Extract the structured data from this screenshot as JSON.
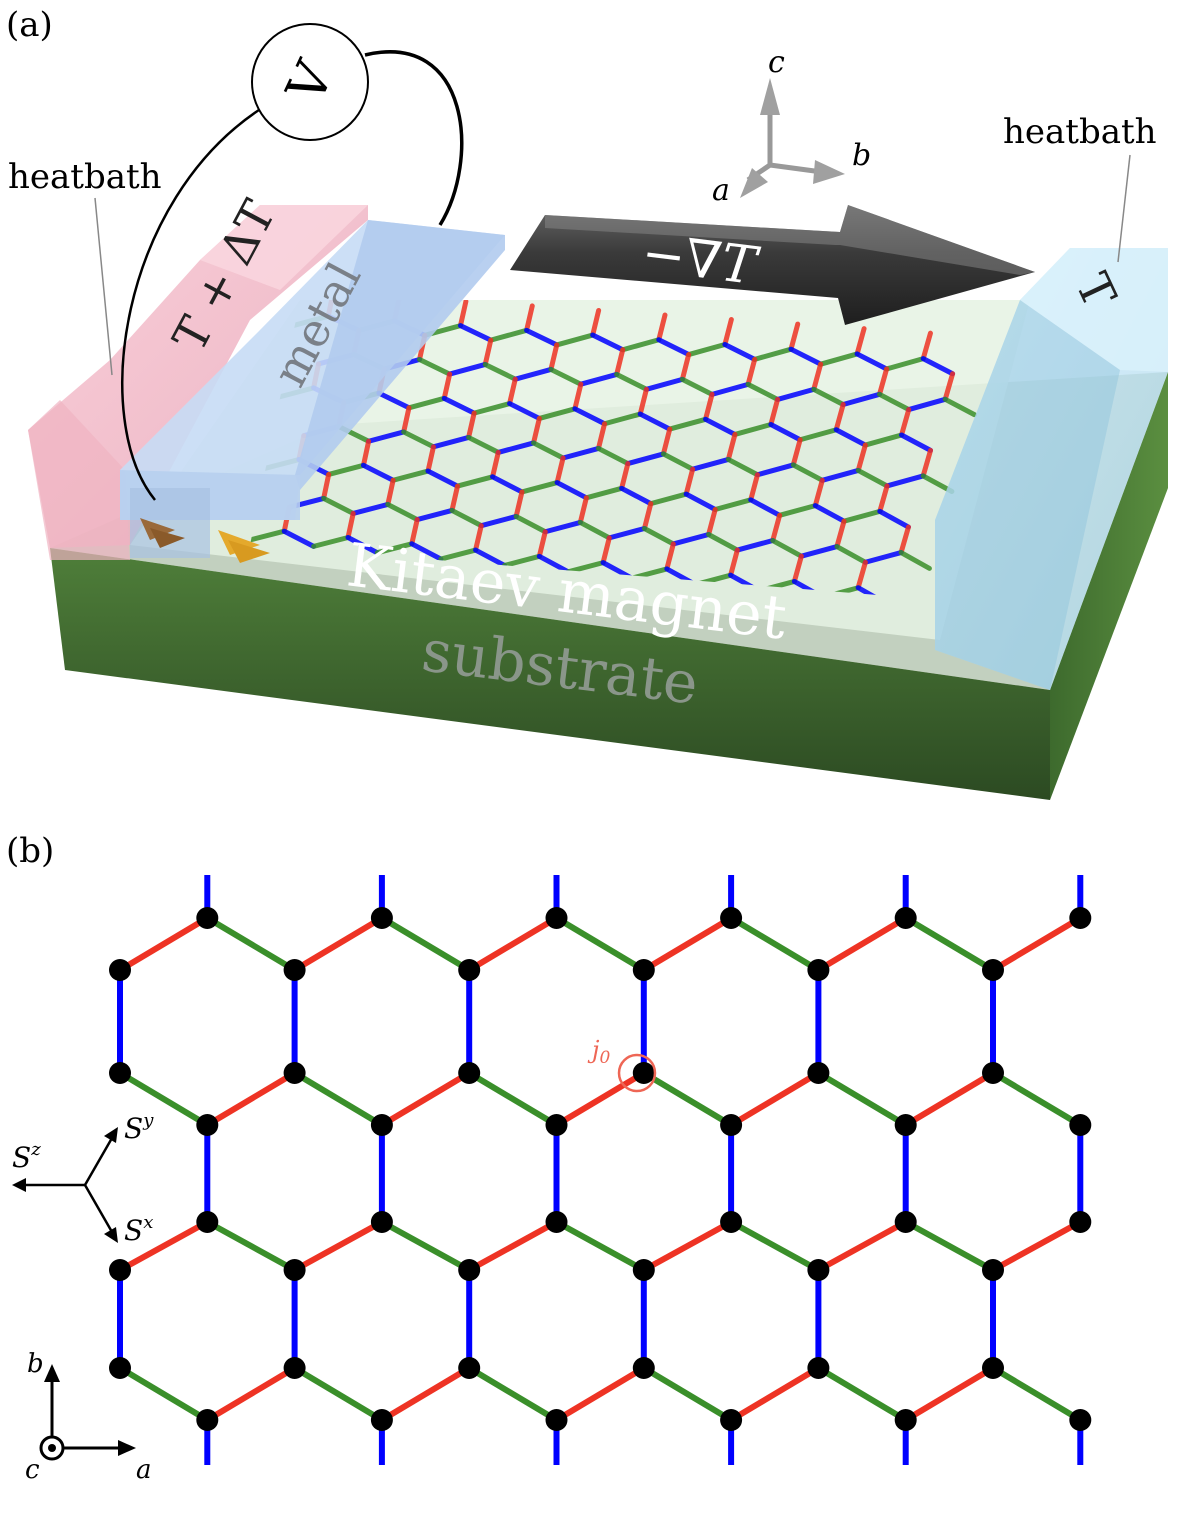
{
  "panel_a": {
    "label": "(a)",
    "heatbath_left": "heatbath",
    "heatbath_right": "heatbath",
    "hot_label": "T + ΔT",
    "cold_label": "T",
    "metal_label": "metal",
    "voltmeter_label": "V",
    "gradient_label": "−∇T",
    "magnet_label": "Kitaev magnet",
    "substrate_label": "substrate",
    "axes": {
      "a": "a",
      "b": "b",
      "c": "c"
    }
  },
  "panel_b": {
    "label": "(b)",
    "site_label": "j",
    "site_sub": "0",
    "spin_axes": {
      "x": "S",
      "x_sup": "x",
      "y": "S",
      "y_sup": "y",
      "z": "S",
      "z_sup": "z"
    },
    "crystal_axes": {
      "a": "a",
      "b": "b",
      "c": "c"
    }
  },
  "colors": {
    "x_bond": "#ee3324",
    "y_bond": "#3a8f2a",
    "z_bond": "#0000ff",
    "site": "#000000",
    "highlight": "#ee6655",
    "substrate": "#3f6b2f",
    "heatbath_hot": "#f4b8c8",
    "heatbath_cold": "#bfe3f3",
    "metal": "#c7dcf5",
    "arrow": "#2e2e2e"
  }
}
